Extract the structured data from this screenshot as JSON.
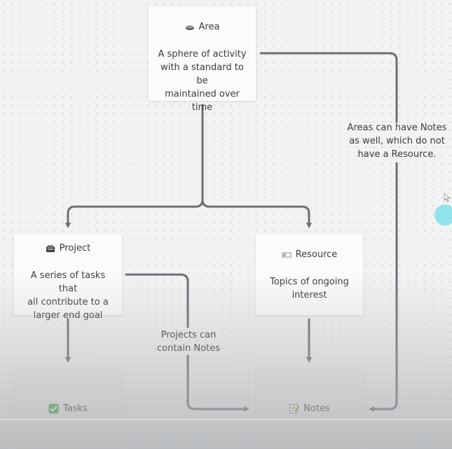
{
  "nodes": {
    "area": {
      "icon": "area-icon",
      "title": "Area",
      "desc_lines": [
        "A sphere of activity",
        "with a standard to be",
        "maintained over time"
      ]
    },
    "project": {
      "icon": "project-icon",
      "title": "Project",
      "desc_lines": [
        "A series of tasks that",
        "all contribute to a",
        "larger end goal"
      ]
    },
    "resource": {
      "icon": "resource-icon",
      "title": "Resource",
      "desc_lines": [
        "Topics of ongoing",
        "interest"
      ]
    },
    "tasks": {
      "icon": "checkmark-icon",
      "title": "Tasks"
    },
    "notes": {
      "icon": "memo-icon",
      "title": "Notes"
    }
  },
  "annotations": {
    "area_notes": [
      "Areas can have Notes",
      "as well, which do not",
      "have a Resource."
    ],
    "project_notes": [
      "Projects can",
      "contain Notes"
    ]
  },
  "colors": {
    "connector": "#6c7075",
    "card": "#fbfbfb",
    "check_green": "#3cb043",
    "cursor_highlight": "#6fe0ea"
  }
}
